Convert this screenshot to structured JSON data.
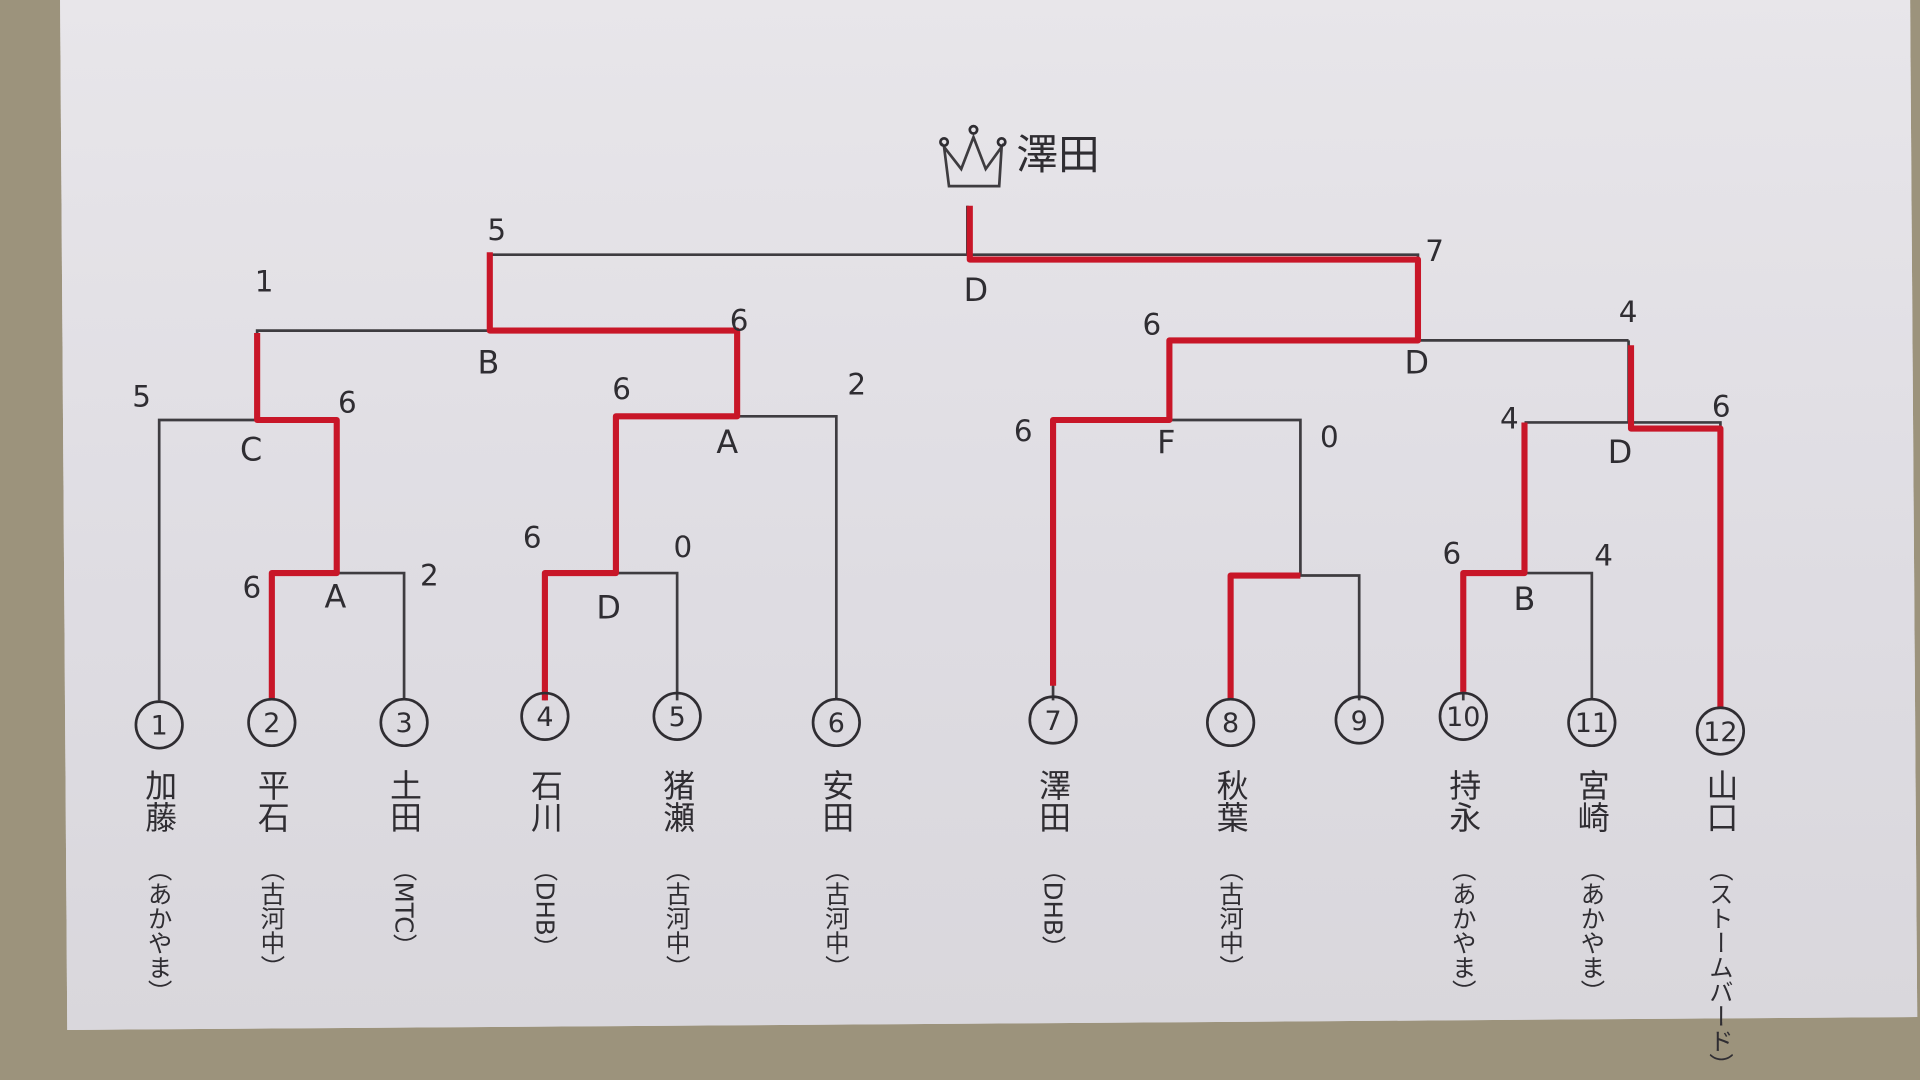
{
  "champion": {
    "name": "澤田",
    "icon": "crown-icon"
  },
  "players": [
    {
      "no": "1",
      "name": "加藤",
      "team": "（あかやま）"
    },
    {
      "no": "2",
      "name": "平石",
      "team": "（古河中）"
    },
    {
      "no": "3",
      "name": "土田",
      "team": "（MTC）"
    },
    {
      "no": "4",
      "name": "石川",
      "team": "（DHB）"
    },
    {
      "no": "5",
      "name": "猪瀬",
      "team": "（古河中）"
    },
    {
      "no": "6",
      "name": "安田",
      "team": "（古河中）"
    },
    {
      "no": "7",
      "name": "澤田",
      "team": "（DHB）"
    },
    {
      "no": "8",
      "name": "秋葉",
      "team": "（古河中）"
    },
    {
      "no": "9",
      "name": "",
      "team": ""
    },
    {
      "no": "10",
      "name": "持永",
      "team": "（あかやま）"
    },
    {
      "no": "11",
      "name": "宮崎",
      "team": "（あかやま）"
    },
    {
      "no": "12",
      "name": "山口",
      "team": "（ストームバード）"
    }
  ],
  "matches": {
    "r1_2v3": {
      "court": "A",
      "scores": [
        "6",
        "2"
      ]
    },
    "r1_4v5": {
      "court": "D",
      "scores": [
        "6",
        "0"
      ]
    },
    "r1_10v11": {
      "court": "B",
      "scores": [
        "6",
        "4"
      ]
    },
    "qf_1vA": {
      "court": "C",
      "scores": [
        "5",
        "6"
      ]
    },
    "qf_Dv6": {
      "court": "A",
      "scores": [
        "6",
        "2"
      ]
    },
    "qf_7v8": {
      "court": "F",
      "scores": [
        "6",
        "0"
      ]
    },
    "qf_Bv12": {
      "court": "D",
      "scores": [
        "4",
        "6"
      ]
    },
    "sf_left": {
      "court": "B",
      "scores": [
        "1",
        "6"
      ]
    },
    "sf_right": {
      "court": "D",
      "scores": [
        "6",
        "4"
      ]
    },
    "final": {
      "court": "D",
      "scores": [
        "5",
        "7"
      ]
    }
  },
  "colors": {
    "winner_path": "#c81628",
    "ink": "#3e3c40",
    "paper": "#e3e1e6"
  }
}
